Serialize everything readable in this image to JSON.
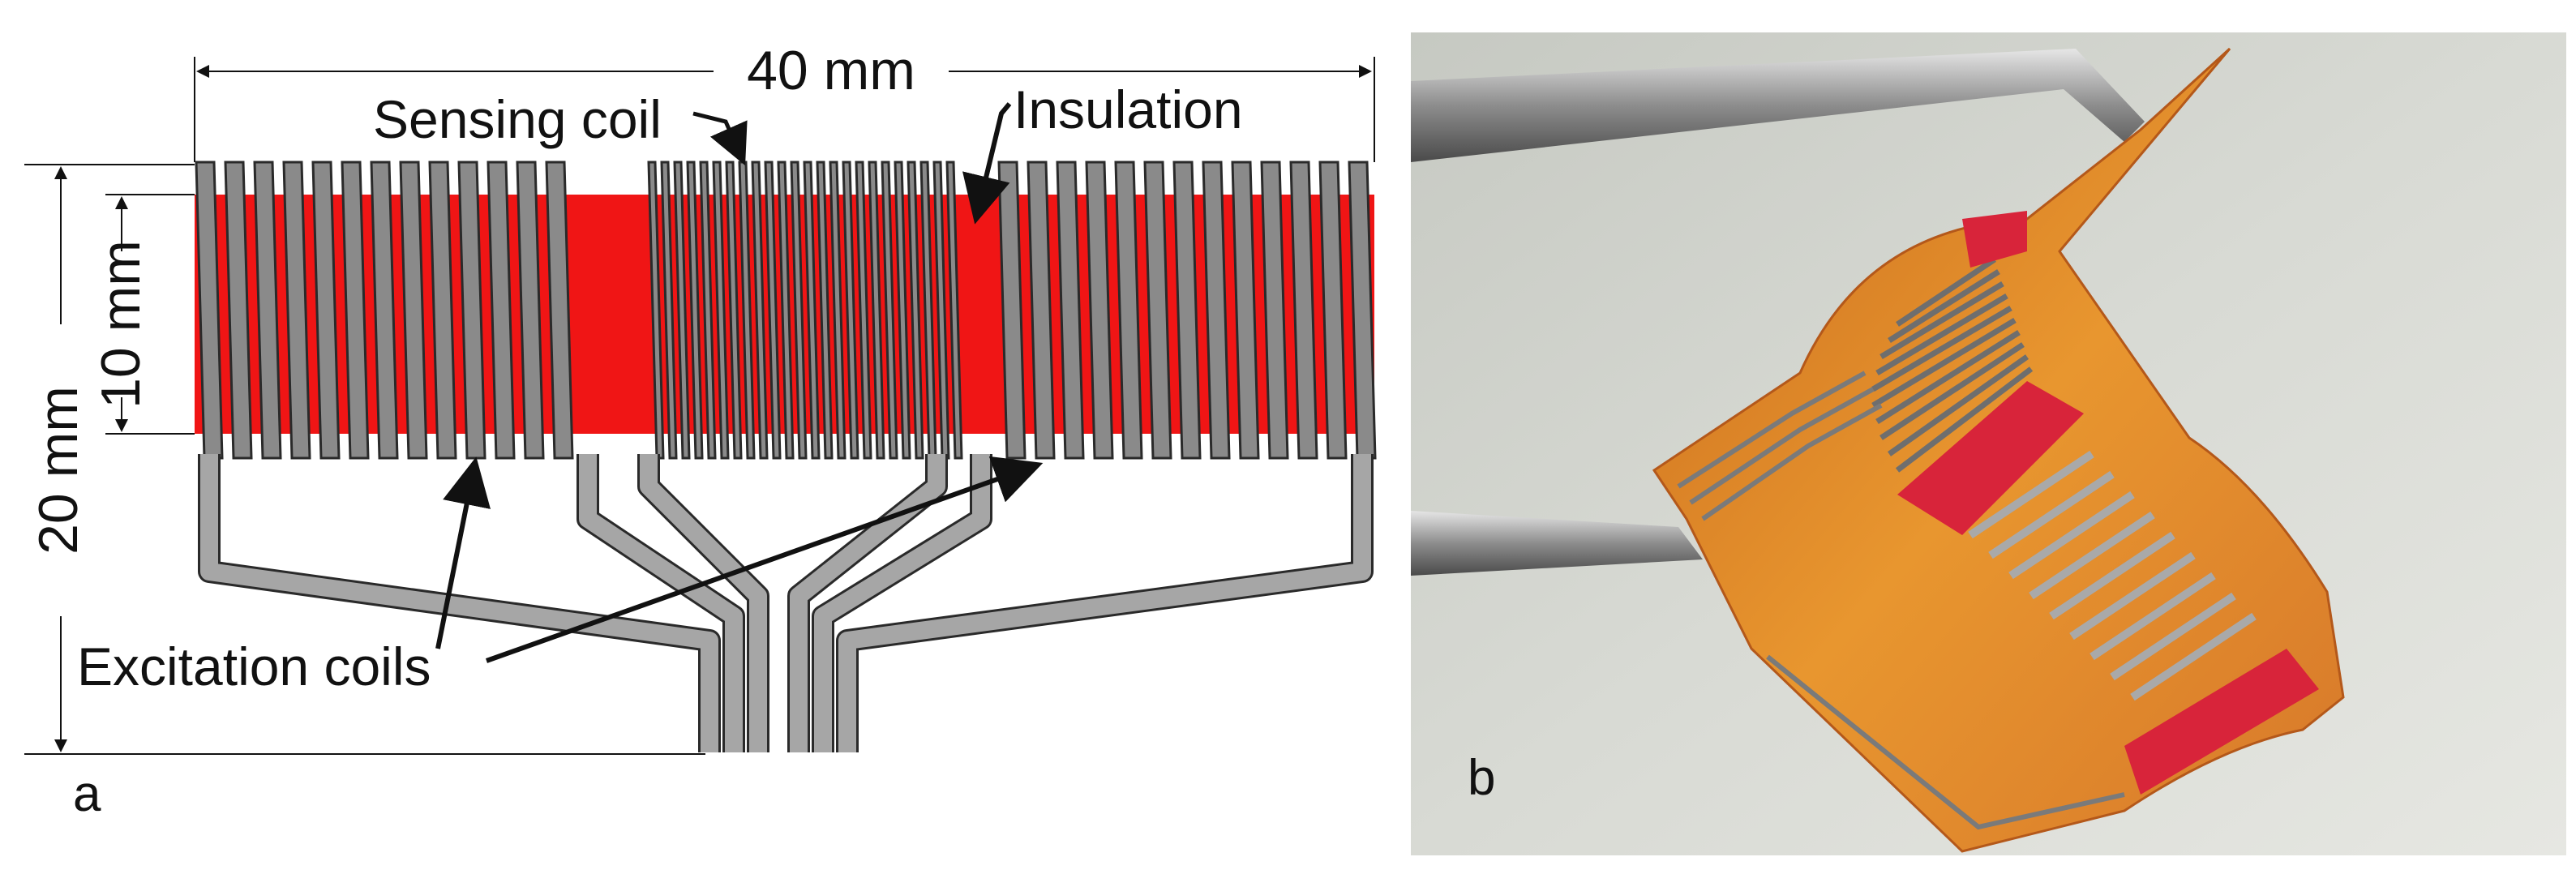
{
  "panel_a": {
    "dim_width": "40 mm",
    "dim_outer_height": "20 mm",
    "dim_inner_height": "10 mm",
    "label_sensing": "Sensing coil",
    "label_insulation": "Insulation",
    "label_excitation": "Excitation coils",
    "panel_letter": "a"
  },
  "panel_b": {
    "panel_letter": "b"
  },
  "colors": {
    "insulation_red": "#f01515",
    "trace_gray": "#8a8a8a",
    "trace_outline": "#2a2a2a",
    "substrate_orange": "#e08a2a",
    "background_gray": "#cfd2cc"
  }
}
